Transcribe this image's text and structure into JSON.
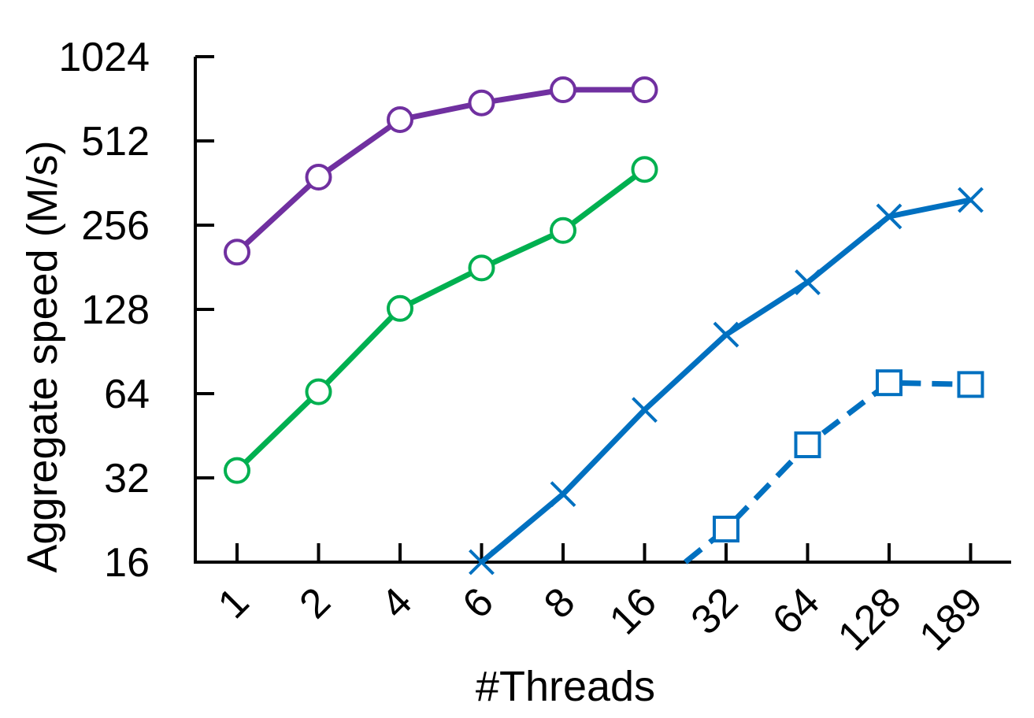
{
  "chart_data": {
    "type": "line",
    "title": "",
    "xlabel": "#Threads",
    "ylabel": "Aggregate speed (M/s)",
    "y_scale": "log2",
    "ylim": [
      16,
      1024
    ],
    "grid": false,
    "categories": [
      "1",
      "2",
      "4",
      "6",
      "8",
      "16",
      "32",
      "64",
      "128",
      "189"
    ],
    "y_ticks": [
      "16",
      "32",
      "64",
      "128",
      "256",
      "512",
      "1024"
    ],
    "series": [
      {
        "color": "#7030a0",
        "marker": "circle",
        "line": "solid",
        "points": [
          {
            "x": "1",
            "y": 205
          },
          {
            "x": "2",
            "y": 380
          },
          {
            "x": "4",
            "y": 610
          },
          {
            "x": "6",
            "y": 700
          },
          {
            "x": "8",
            "y": 780
          },
          {
            "x": "16",
            "y": 780
          }
        ]
      },
      {
        "color": "#00b050",
        "marker": "circle",
        "line": "solid",
        "points": [
          {
            "x": "1",
            "y": 34
          },
          {
            "x": "2",
            "y": 65
          },
          {
            "x": "4",
            "y": 129
          },
          {
            "x": "6",
            "y": 180
          },
          {
            "x": "8",
            "y": 245
          },
          {
            "x": "16",
            "y": 405
          }
        ]
      },
      {
        "color": "#0070c0",
        "marker": "x",
        "line": "solid",
        "points": [
          {
            "x": "6",
            "y": 16
          },
          {
            "x": "8",
            "y": 28
          },
          {
            "x": "16",
            "y": 56
          },
          {
            "x": "32",
            "y": 104
          },
          {
            "x": "64",
            "y": 160
          },
          {
            "x": "128",
            "y": 275
          },
          {
            "x": "189",
            "y": 315
          }
        ]
      },
      {
        "color": "#0070c0",
        "marker": "square",
        "line": "dashed",
        "points": [
          {
            "x": "32",
            "y": 21
          },
          {
            "x": "64",
            "y": 42
          },
          {
            "x": "128",
            "y": 70
          },
          {
            "x": "189",
            "y": 69
          }
        ],
        "extends_below_axis_toward": "16"
      }
    ]
  }
}
